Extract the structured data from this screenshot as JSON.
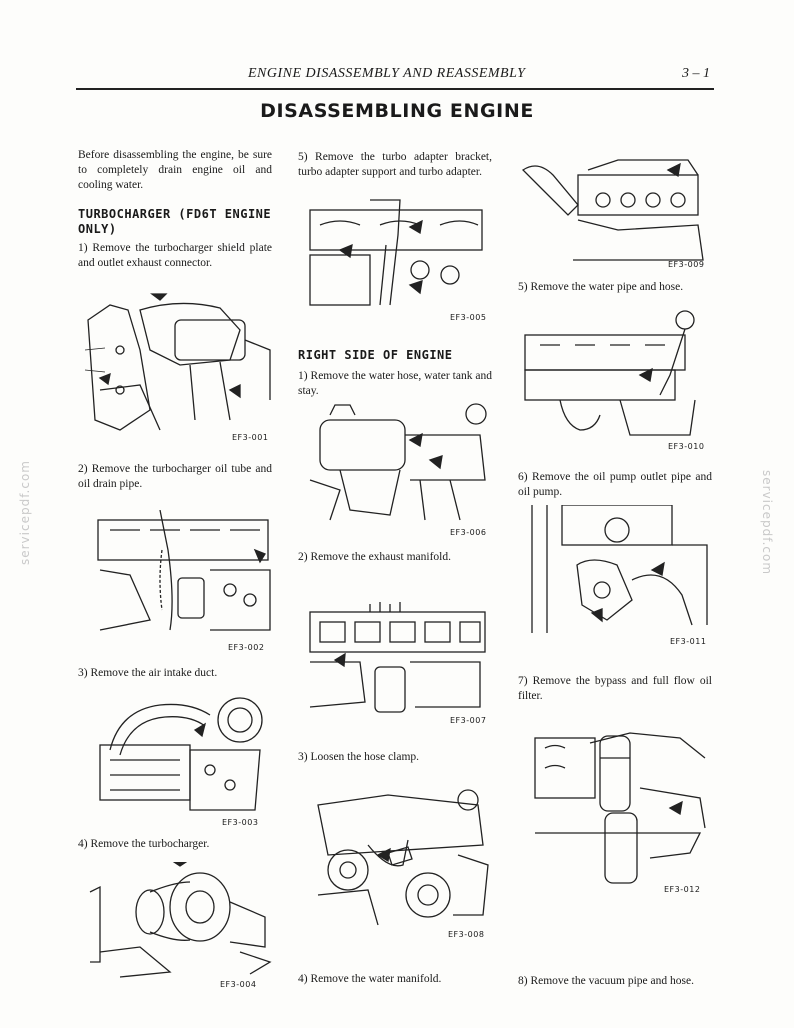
{
  "header": {
    "title": "ENGINE DISASSEMBLY AND REASSEMBLY",
    "page": "3 – 1"
  },
  "main_title": "DISASSEMBLING ENGINE",
  "watermark": "servicepdf.com",
  "col1": {
    "intro": "Before disassembling the engine, be sure to completely drain engine oil and cooling water.",
    "section_title": "TURBOCHARGER (FD6T ENGINE ONLY)",
    "steps": [
      "1) Remove the turbocharger shield plate and outlet exhaust connector.",
      "2) Remove the turbocharger oil tube and oil drain pipe.",
      "3) Remove the air intake duct.",
      "4) Remove the turbocharger."
    ],
    "figures": [
      "EF3-001",
      "EF3-002",
      "EF3-003",
      "EF3-004"
    ]
  },
  "col2": {
    "step5": "5) Remove the turbo adapter bracket, turbo adapter support and turbo adapter.",
    "section_title": "RIGHT SIDE OF ENGINE",
    "steps": [
      "1) Remove the water hose, water tank and stay.",
      "2) Remove the exhaust manifold.",
      "3) Loosen the hose clamp.",
      "4) Remove the water manifold."
    ],
    "figures": [
      "EF3-005",
      "EF3-006",
      "EF3-007",
      "EF3-008"
    ]
  },
  "col3": {
    "steps": [
      "5) Remove the water pipe and hose.",
      "6) Remove the oil pump outlet pipe and oil pump.",
      "7) Remove the bypass and full flow oil filter.",
      "8) Remove the vacuum pipe and hose."
    ],
    "figures": [
      "EF3-009",
      "EF3-010",
      "EF3-011",
      "EF3-012"
    ]
  }
}
